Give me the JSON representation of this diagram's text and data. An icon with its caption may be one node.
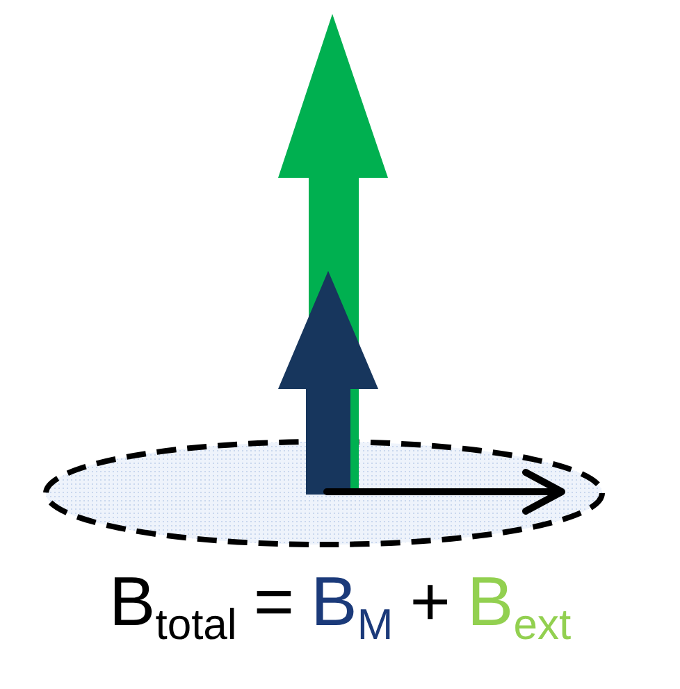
{
  "diagram": {
    "labels": [
      "B$_{total}$",
      "=",
      "B$_{M}$",
      "+",
      "B$_{ext}$"
    ]
  }
}
